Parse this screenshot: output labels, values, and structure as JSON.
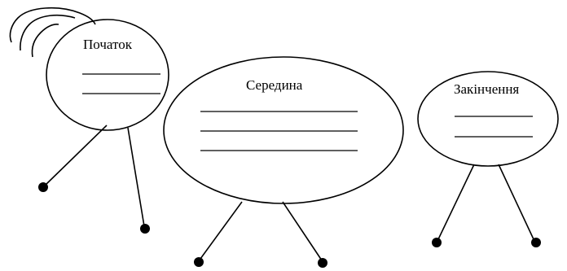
{
  "diagram": {
    "nodes": [
      {
        "label": "Початок",
        "blank_lines": 2
      },
      {
        "label": "Середина",
        "blank_lines": 3
      },
      {
        "label": "Закінчення",
        "blank_lines": 2
      }
    ],
    "colors": {
      "stroke": "#000000",
      "background": "#ffffff"
    }
  }
}
